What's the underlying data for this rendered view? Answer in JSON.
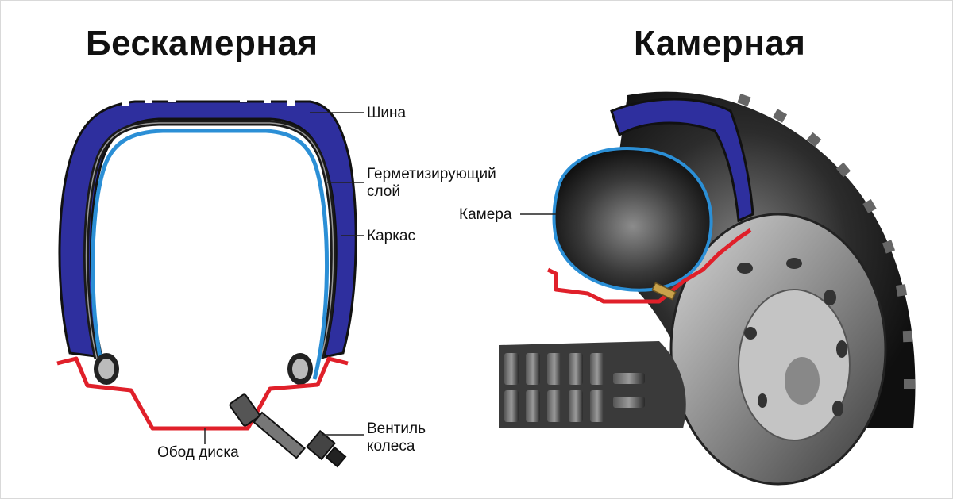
{
  "titles": {
    "tubeless": "Бескамерная",
    "tube": "Камерная"
  },
  "labels": {
    "tire": "Шина",
    "sealing_layer_1": "Герметизирующий",
    "sealing_layer_2": "слой",
    "carcass": "Каркас",
    "rim": "Обод диска",
    "valve_1": "Вентиль",
    "valve_2": "колеса",
    "tube": "Камера"
  },
  "colors": {
    "tread": "#2e2f9e",
    "inner_liner": "#2b8fd6",
    "rim": "#e0202a",
    "rubber": "#2a2a2a",
    "brass": "#c9a24a"
  }
}
